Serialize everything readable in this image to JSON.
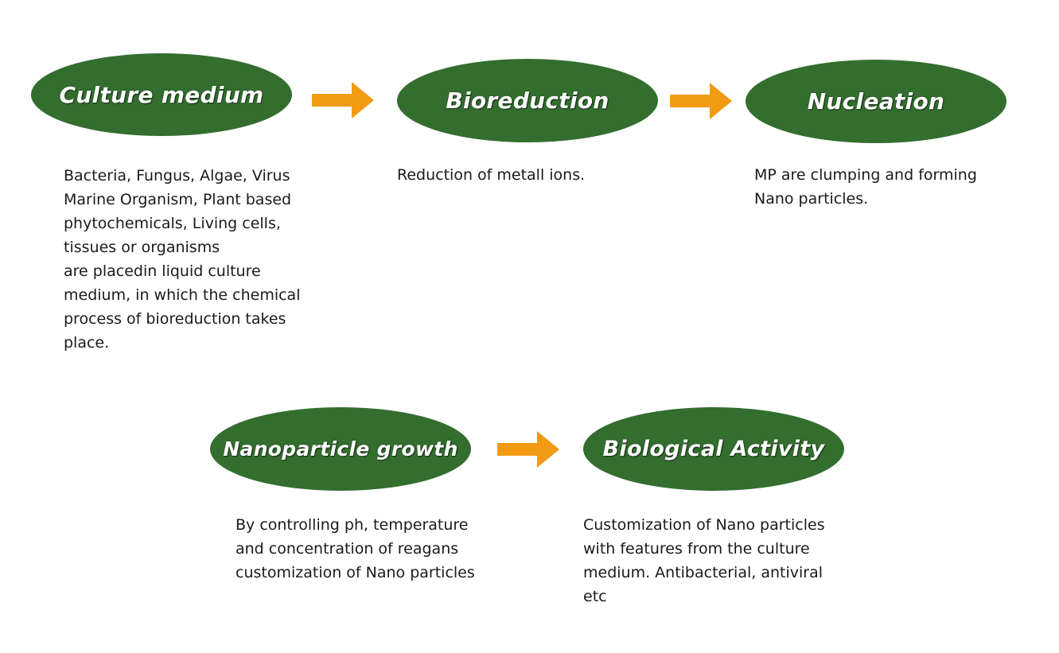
{
  "colors": {
    "node_fill": "#336e2f",
    "node_text": "#ffffff",
    "arrow": "#f29a12",
    "body_text": "#1a1a1a",
    "background": "#ffffff"
  },
  "nodes": {
    "culture_medium": {
      "label": "Culture medium",
      "description": [
        "Bacteria, Fungus, Algae, Virus",
        "Marine Organism, Plant based",
        "phytochemicals, Living cells,",
        "tissues or organisms",
        "are placedin liquid culture",
        "medium, in which the chemical",
        "process of bioreduction takes",
        "place."
      ]
    },
    "bioreduction": {
      "label": "Bioreduction",
      "description": [
        "Reduction of metall ions."
      ]
    },
    "nucleation": {
      "label": "Nucleation",
      "description": [
        "MP are clumping and forming",
        "Nano particles."
      ]
    },
    "nanoparticle_growth": {
      "label": "Nanoparticle growth",
      "description": [
        "By controlling ph, temperature",
        "and concentration of reagans",
        "customization of Nano particles"
      ]
    },
    "biological_activity": {
      "label": "Biological Activity",
      "description": [
        "Customization of Nano particles",
        "with features from the culture",
        "medium. Antibacterial, antiviral",
        "etc"
      ]
    }
  },
  "arrows": [
    {
      "from": "culture_medium",
      "to": "bioreduction",
      "icon": "right-arrow-icon"
    },
    {
      "from": "bioreduction",
      "to": "nucleation",
      "icon": "right-arrow-icon"
    },
    {
      "from": "nanoparticle_growth",
      "to": "biological_activity",
      "icon": "right-arrow-icon"
    }
  ]
}
